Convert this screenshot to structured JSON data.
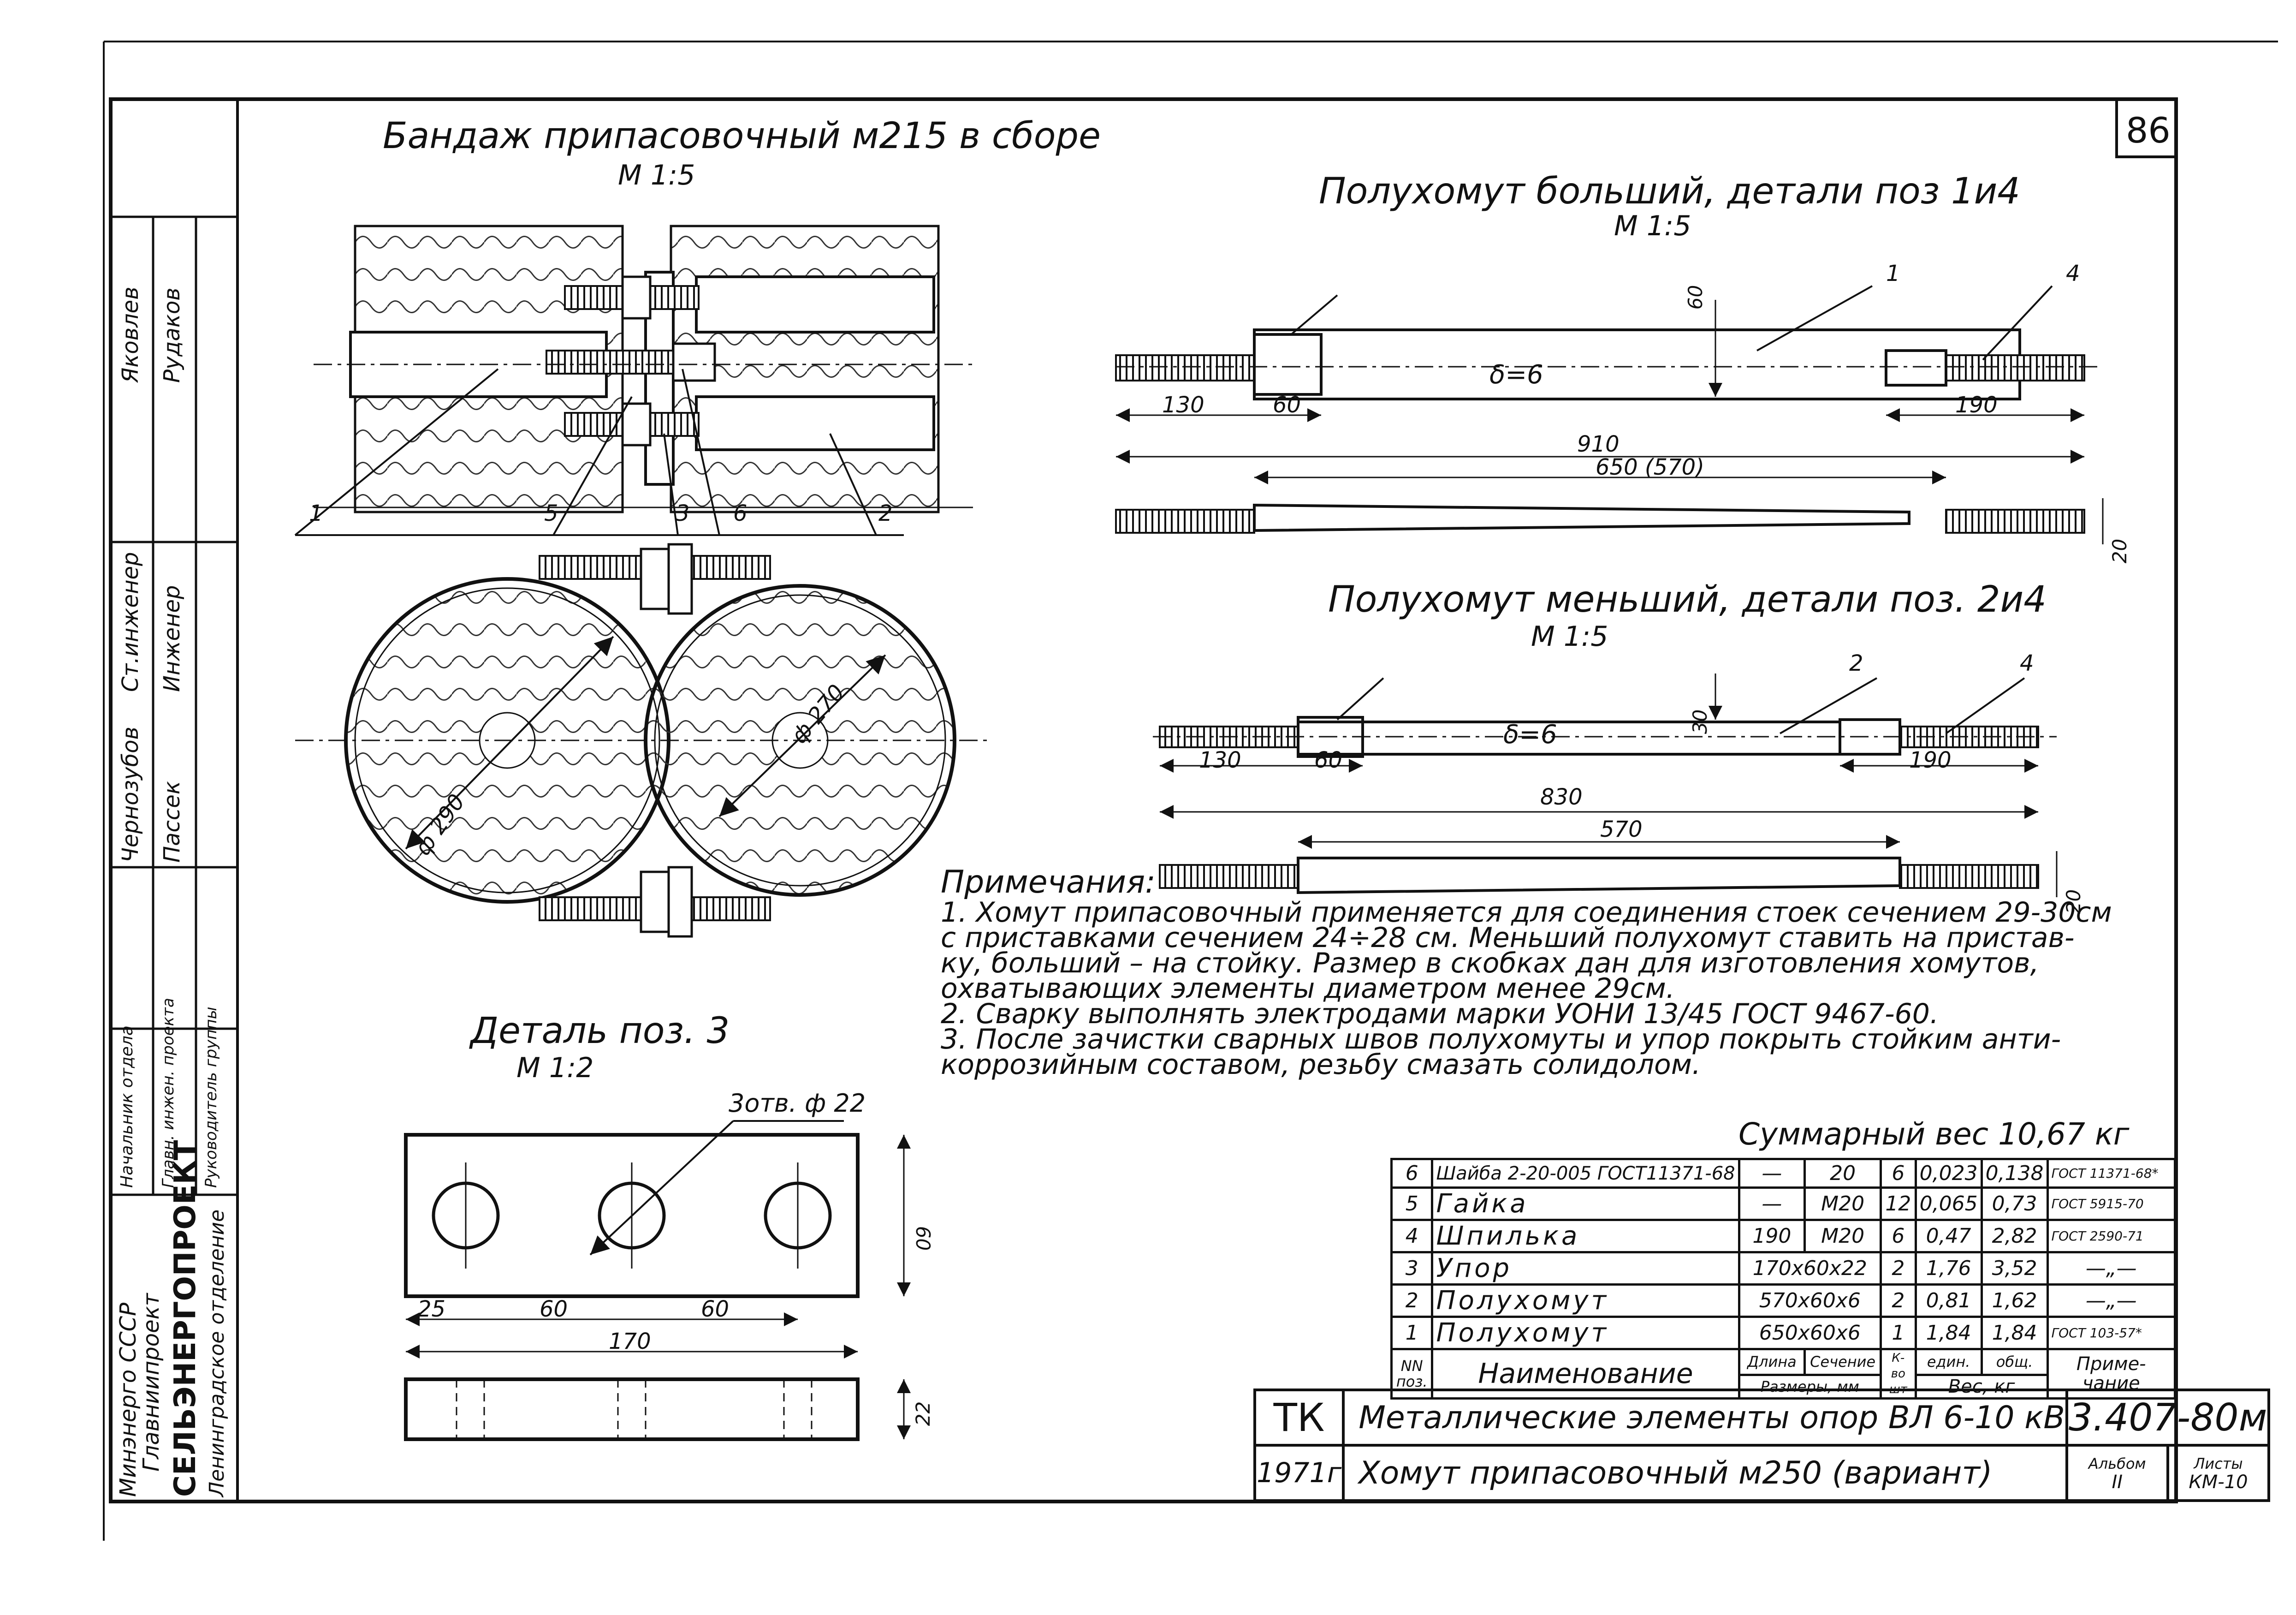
{
  "sheet_number": "86",
  "assembly": {
    "title": "Бандаж припасовочный м215 в сборе",
    "scale": "М 1:5",
    "callouts": [
      "1",
      "5",
      "3",
      "6",
      "2"
    ],
    "diameters": [
      "ф 290",
      "ф 270"
    ]
  },
  "half_clamp_large": {
    "title": "Полухомут больший, детали поз 1и4",
    "scale": "М 1:5",
    "callouts": [
      "1",
      "4"
    ],
    "thickness": "δ=6",
    "dims": {
      "height": "60",
      "left_thread": "130",
      "left_plate": "60",
      "right_thread": "190",
      "total": "910",
      "plate": "650 (570)",
      "side": "20"
    }
  },
  "half_clamp_small": {
    "title": "Полухомут меньший, детали поз. 2и4",
    "scale": "М 1:5",
    "callouts": [
      "2",
      "4"
    ],
    "thickness": "δ=6",
    "dims": {
      "height": "30",
      "left_thread": "130",
      "left_plate": "60",
      "right_thread": "190",
      "total": "830",
      "plate": "570",
      "side": "20"
    }
  },
  "detail3": {
    "title": "Деталь поз. 3",
    "scale": "М 1:2",
    "holes_label": "3отв. ф 22",
    "dims": {
      "height": "60",
      "e1": "25",
      "p1": "60",
      "p2": "60",
      "total": "170",
      "thick": "22"
    }
  },
  "notes": {
    "heading": "Примечания:",
    "lines": [
      "1. Хомут припасовочный применяется для соединения стоек сечением 29-30см",
      "с приставками сечением 24÷28 см. Меньший полухомут ставить на пристав-",
      "ку, больший – на стойку. Размер в скобках дан для изготовления хомутов,",
      "охватывающих элементы диаметром менее 29см.",
      "2. Сварку выполнять электродами марки УОНИ 13/45 ГОСТ 9467-60.",
      "3. После зачистки сварных швов полухомуты и упор покрыть стойким анти-",
      "коррозийным составом, резьбу смазать солидолом."
    ]
  },
  "total_weight": "Суммарный вес 10,67 кг",
  "spec_table": {
    "rows": [
      {
        "pos": "6",
        "name": "Шайба 2-20-005 ГОСТ11371-68",
        "length": "—",
        "section": "20",
        "qty": "6",
        "unit": "0,023",
        "total": "0,138",
        "note": "ГОСТ 11371-68*"
      },
      {
        "pos": "5",
        "name": "Гайка",
        "length": "—",
        "section": "М20",
        "qty": "12",
        "unit": "0,065",
        "total": "0,73",
        "note": "ГОСТ 5915-70"
      },
      {
        "pos": "4",
        "name": "Шпилька",
        "length": "190",
        "section": "М20",
        "qty": "6",
        "unit": "0,47",
        "total": "2,82",
        "note": "ГОСТ 2590-71"
      },
      {
        "pos": "3",
        "name": "Упор",
        "size": "170х60х22",
        "qty": "2",
        "unit": "1,76",
        "total": "3,52",
        "note": "—„—"
      },
      {
        "pos": "2",
        "name": "Полухомут",
        "size": "570х60х6",
        "qty": "2",
        "unit": "0,81",
        "total": "1,62",
        "note": "—„—"
      },
      {
        "pos": "1",
        "name": "Полухомут",
        "size": "650х60х6",
        "qty": "1",
        "unit": "1,84",
        "total": "1,84",
        "note": "ГОСТ 103-57*"
      }
    ],
    "header": {
      "pos": "NN поз.",
      "name": "Наименование",
      "length": "Длина",
      "section": "Сечение",
      "sizes": "Размеры, мм",
      "qty": "К-во шт",
      "unit": "един.",
      "total": "общ.",
      "weight": "Вес, кг",
      "note": "Приме- чание"
    }
  },
  "title_block": {
    "org": "ТК",
    "year": "1971г",
    "title1": "Металлические элементы опор ВЛ 6-10 кВ",
    "title2": "Хомут припасовочный м250 (вариант)",
    "code": "3.407-80м",
    "album_label": "Альбом",
    "album": "II",
    "sheet_label": "Листы",
    "sheet": "КМ-10"
  },
  "side_stamp": {
    "ministry": "Минэнерго СССР",
    "institute": "Главниипроект",
    "org": "СЕЛЬЭНЕРГОПРОЕКТ",
    "branch": "Ленинградское отделение",
    "roles": [
      "Начальник отдела",
      "Главн. инжен. проекта",
      "Руководитель группы",
      "Ст.инженер",
      "Инженер"
    ],
    "names": [
      "Чернозубов",
      "Пассек",
      "Яковлев",
      "Рудаков"
    ]
  }
}
